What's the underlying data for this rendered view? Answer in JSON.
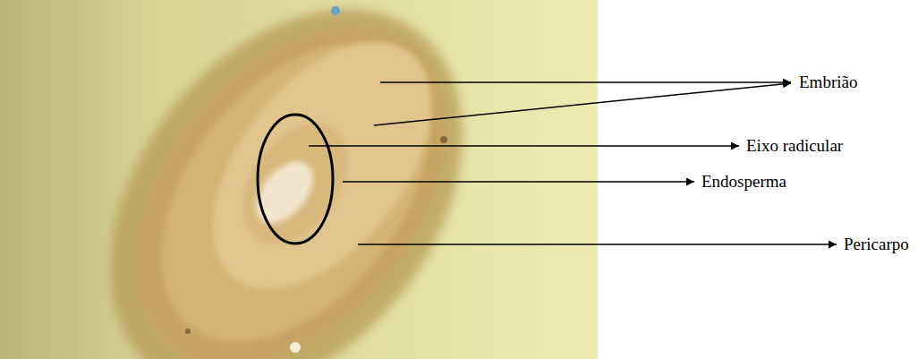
{
  "diagram": {
    "labels": [
      "Embrião",
      "Eixo radicular",
      "Endosperma",
      "Pericarpo"
    ]
  }
}
